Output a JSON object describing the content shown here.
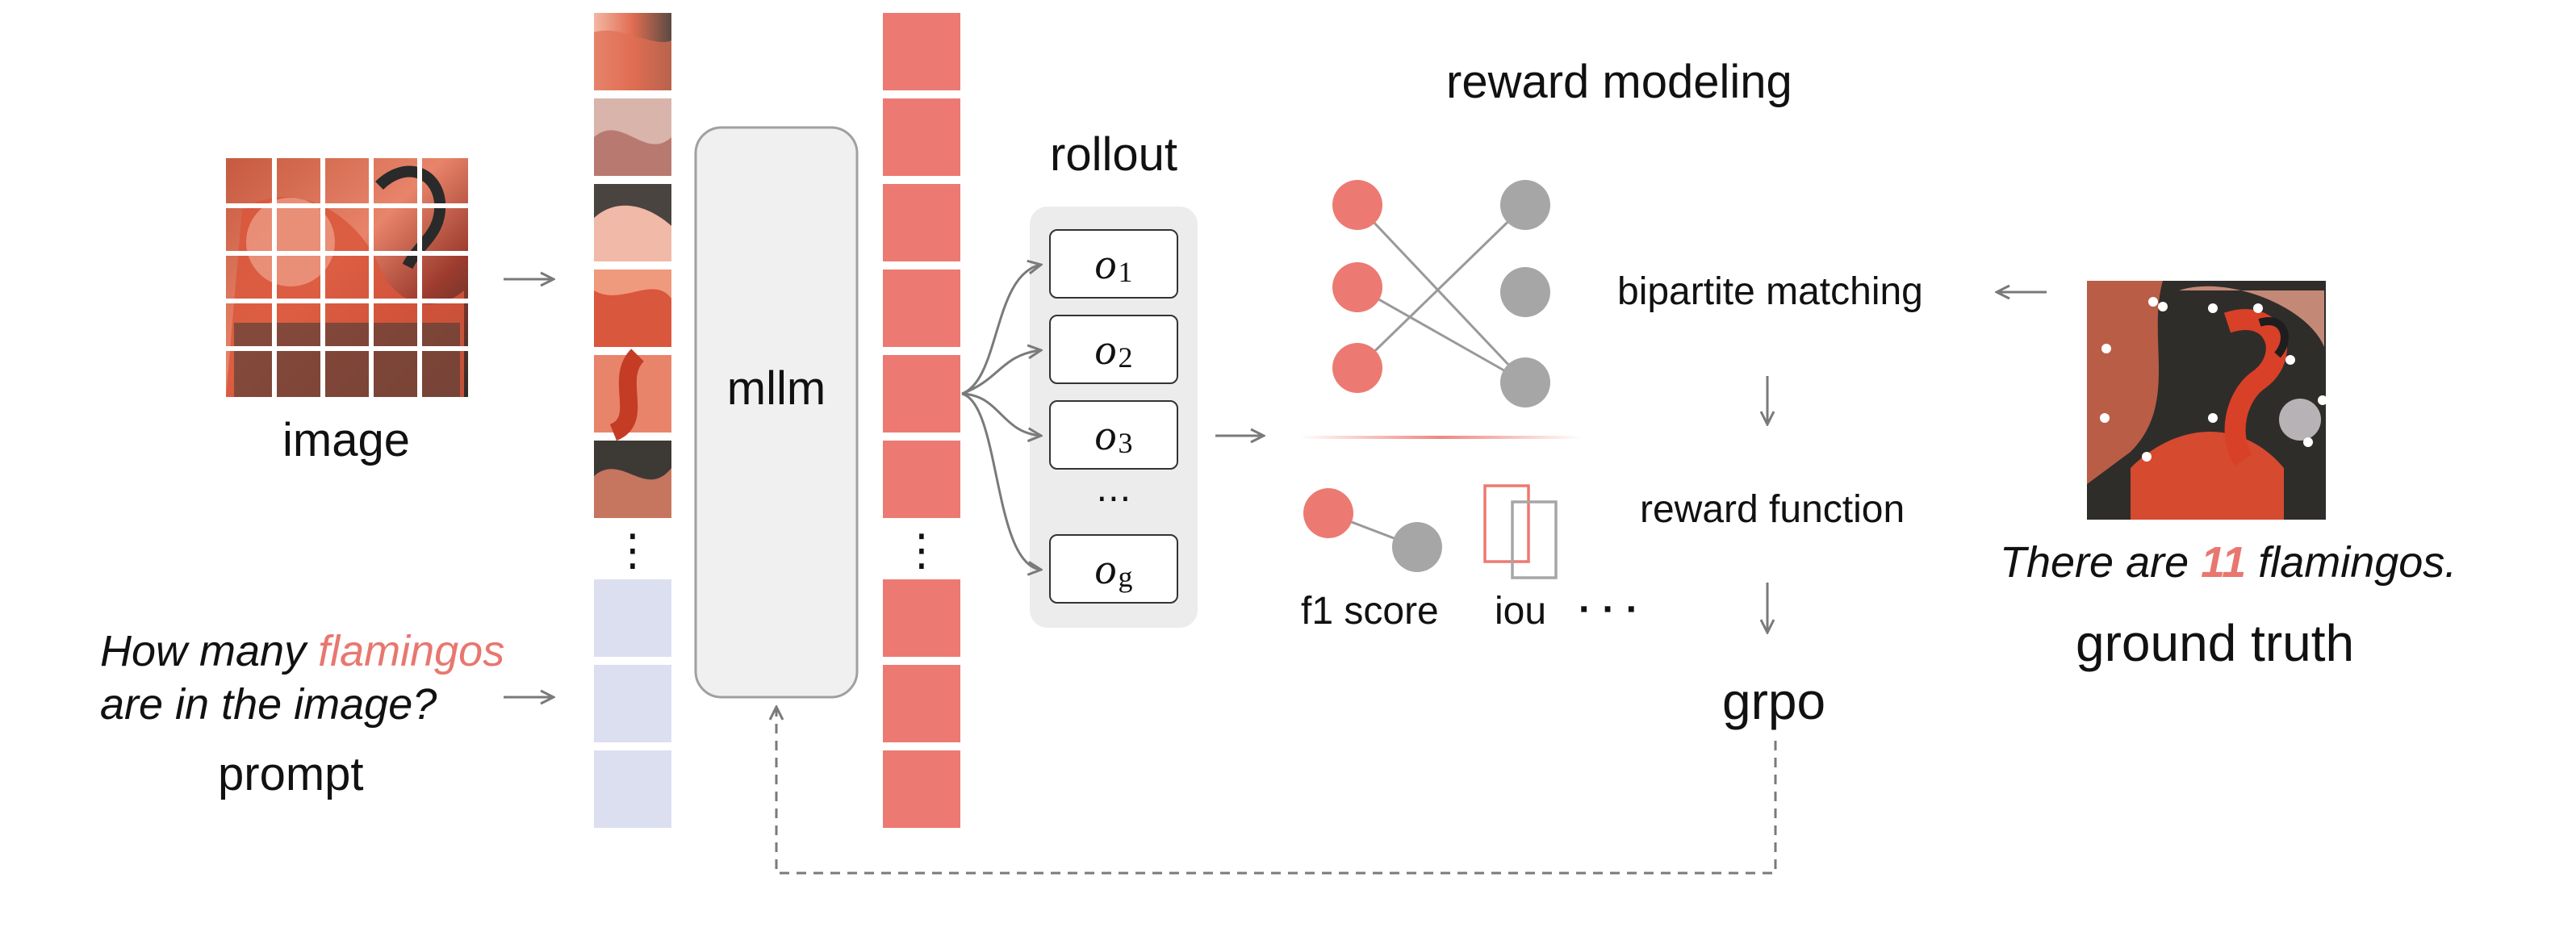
{
  "input": {
    "image_label": "image",
    "prompt_part1": "How many ",
    "prompt_highlight": "flamingos",
    "prompt_line2": "are in the image?",
    "prompt_label": "prompt"
  },
  "model": {
    "label": "mllm"
  },
  "rollout": {
    "title": "rollout",
    "outputs": [
      {
        "symbol": "o",
        "sub": "1"
      },
      {
        "symbol": "o",
        "sub": "2"
      },
      {
        "symbol": "o",
        "sub": "3"
      },
      {
        "symbol": "o",
        "sub": "g"
      }
    ],
    "ellipsis": "⋯"
  },
  "reward": {
    "title": "reward modeling",
    "matching_label": "bipartite matching",
    "function_label": "reward function",
    "f1_label": "f1 score",
    "iou_label": "iou",
    "more": "· · ·",
    "grpo_label": "grpo"
  },
  "ground_truth": {
    "text_before": "There are ",
    "count": "11",
    "text_after": " flamingos.",
    "label": "ground truth"
  },
  "colors": {
    "token_red": "#ec7a72",
    "token_lavender": "#dcdff0",
    "node_red": "#ec7a72",
    "node_gray": "#a6a6a6",
    "arrow_gray": "#7a7a7a",
    "highlight": "#e8776f"
  },
  "icons": {
    "visual_patches": [
      "flamingo-patch",
      "flamingo-patch",
      "flamingo-patch",
      "flamingo-patch",
      "flamingo-patch",
      "flamingo-patch"
    ],
    "vertical_ellipsis": "⋮"
  }
}
